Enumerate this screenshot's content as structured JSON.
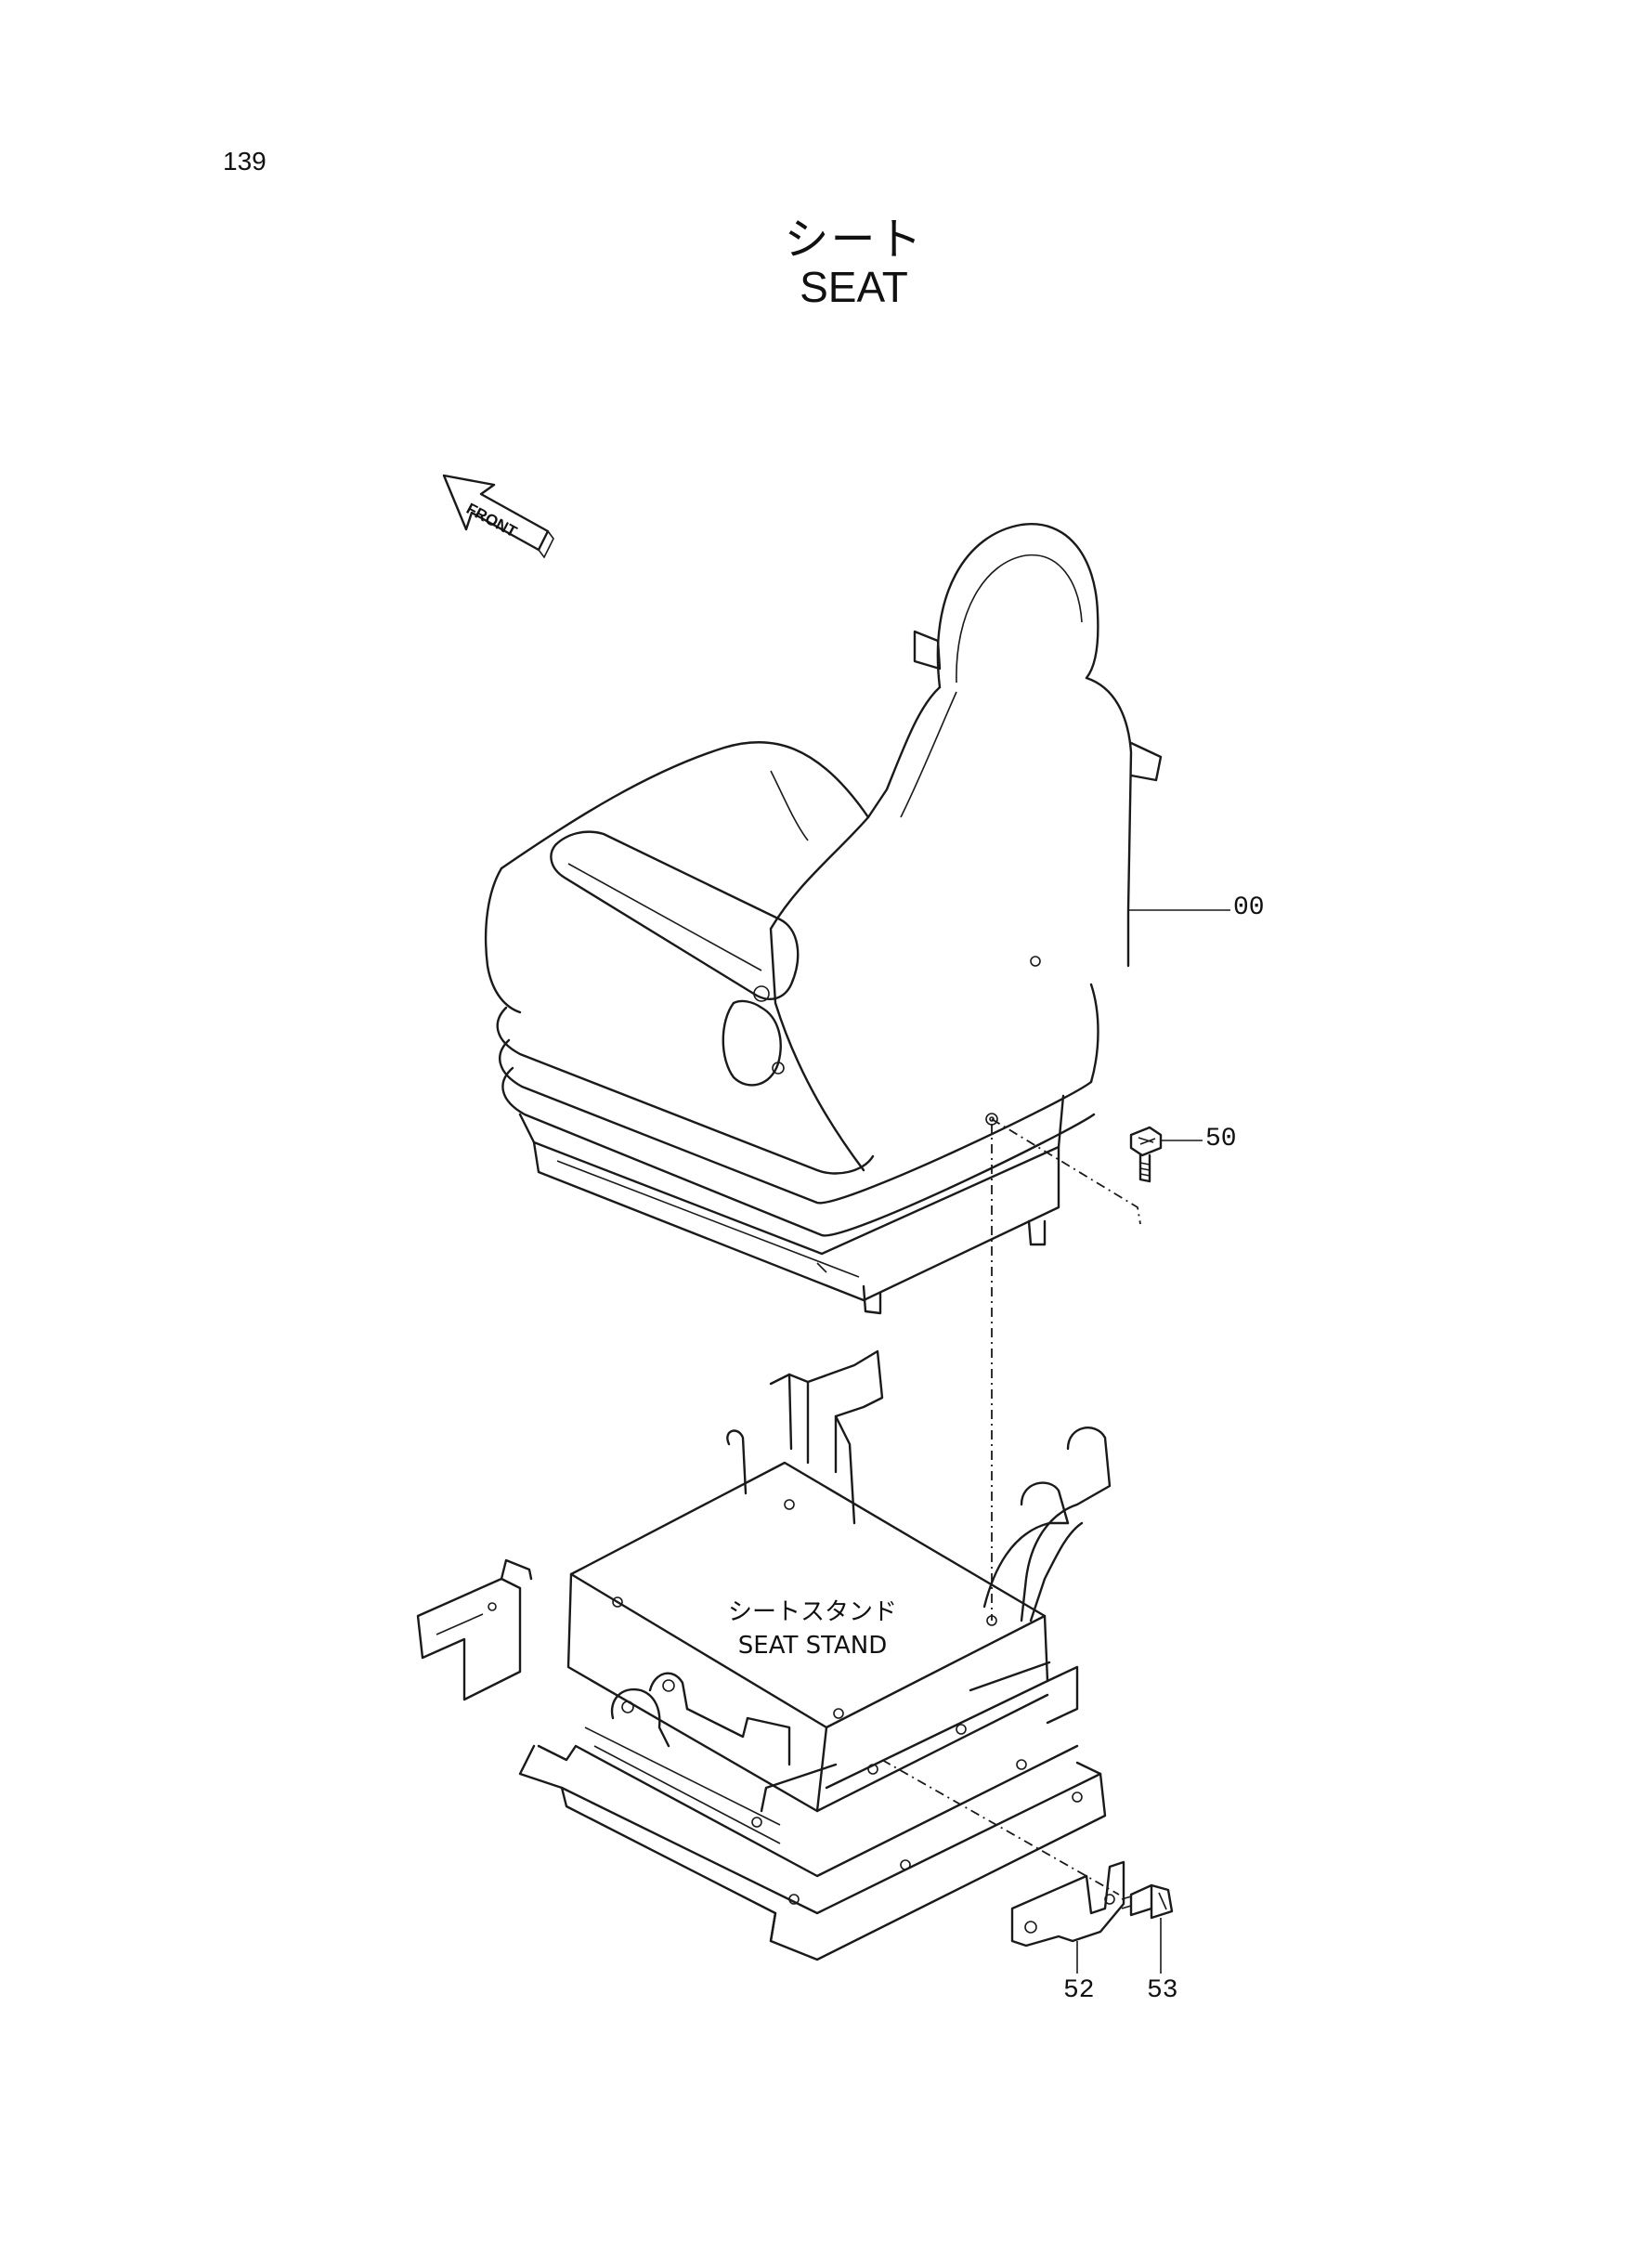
{
  "page": {
    "number": "139"
  },
  "title": {
    "japanese": "シート",
    "english": "SEAT"
  },
  "front_marker": {
    "label": "FRONT"
  },
  "subassembly": {
    "japanese": "シートスタンド",
    "english": "SEAT STAND"
  },
  "callouts": [
    {
      "part_no": "00"
    },
    {
      "part_no": "50"
    },
    {
      "part_no": "52"
    },
    {
      "part_no": "53"
    }
  ]
}
